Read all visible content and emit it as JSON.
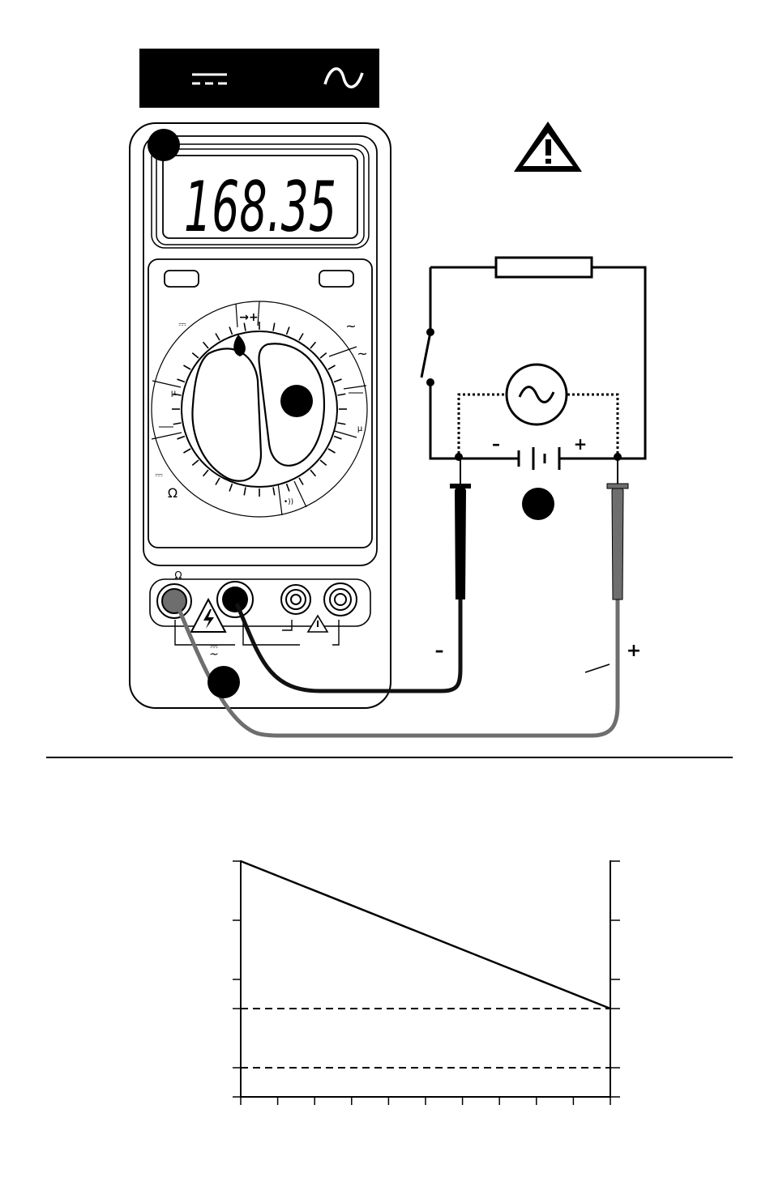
{
  "header_bar": {
    "dc_symbol": "⎓",
    "ac_symbol": "∿"
  },
  "meter": {
    "display_reading": "168.35",
    "dial_labels": {
      "dc_top_left": "⎓",
      "ac_top_right_1": "~",
      "ac_top_right_2": "~",
      "micro_left": "μ",
      "micro_right": "μ",
      "dc_bottom_left": "⎓",
      "ohm": "Ω",
      "continuity": "•))",
      "diode": "→+"
    },
    "jacks": {
      "ohm_label": "Ω",
      "dc_ac_label_1": "⎓",
      "dc_ac_label_2": "~"
    }
  },
  "circuit": {
    "minus_label": "–",
    "plus_label": "+",
    "lead_minus_label": "–",
    "lead_plus_label": "+"
  },
  "colors": {
    "ink": "#111111",
    "red_lead": "#6e6e6e",
    "black_lead": "#111111"
  }
}
